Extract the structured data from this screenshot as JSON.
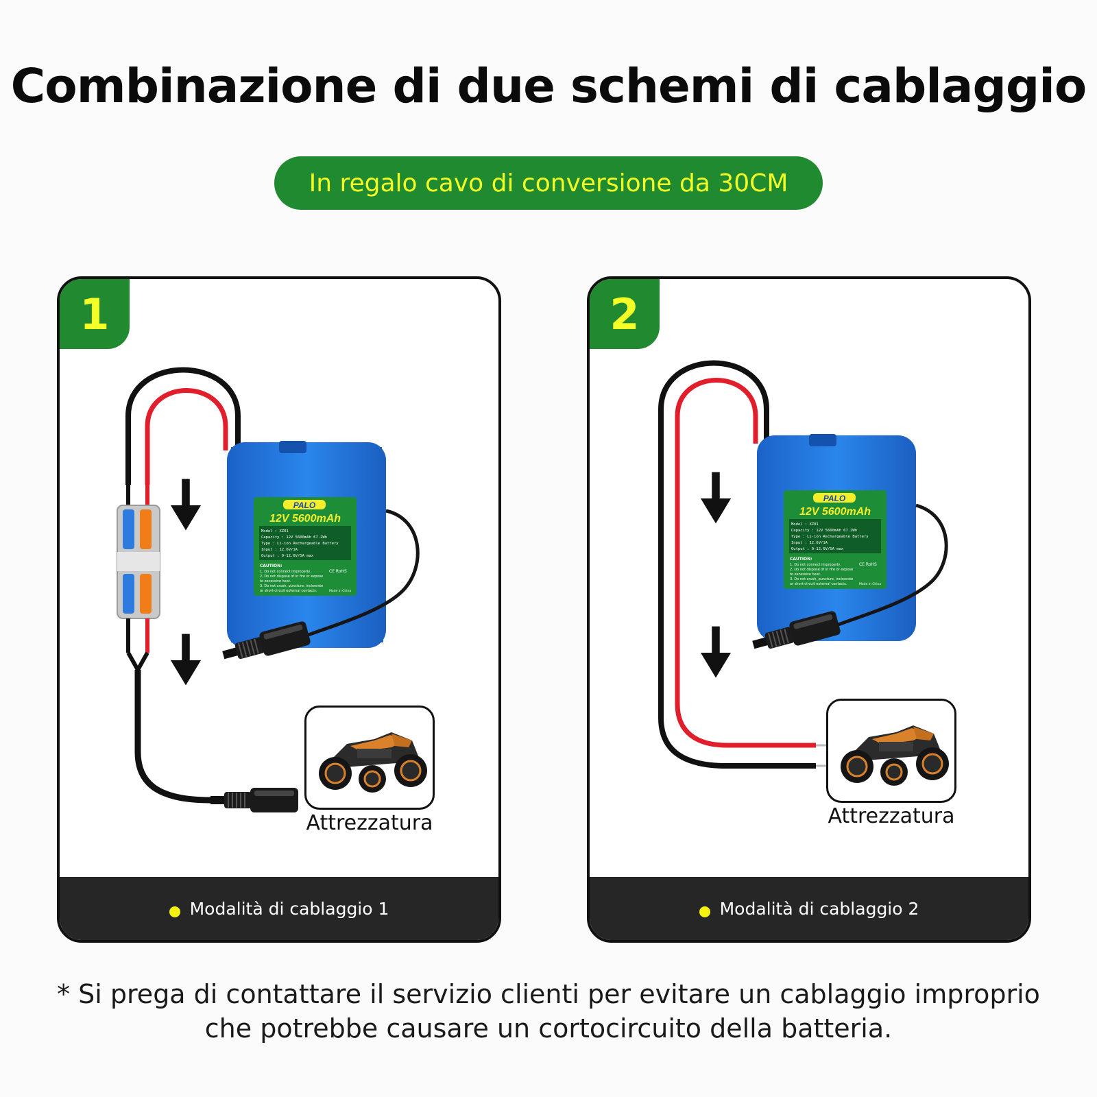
{
  "title": "Combinazione di due schemi di cablaggio",
  "gift_banner": "In regalo cavo di conversione da 30CM",
  "colors": {
    "brand_green": "#1f8a2f",
    "accent_yellow": "#f2ff24",
    "battery_blue": "#1e6fd9",
    "wire_red": "#e01e2c",
    "wire_black": "#111111"
  },
  "battery_label": {
    "brand": "PALO",
    "spec": "12V 5600mAh",
    "lines": [
      "Model    :  XZ01",
      "Capacity :  12V 5600mAh 67.2Wh",
      "Type     :  Li-ion Rechargeable Battery",
      "Input    :  12.6V/1A",
      "Output   :  9-12.6V/5A max"
    ],
    "caution_title": "CAUTION:",
    "caution_lines": [
      "1. Do not connect improperly.",
      "2. Do not dispose of in fire or expose",
      "   to excessive heat.",
      "3. Do not crush, puncture, incinerate",
      "   or short-circuit external contacts."
    ],
    "marks": "CE  RoHS",
    "made_in": "Made in China"
  },
  "panels": [
    {
      "number": "1",
      "device_label": "Attrezzatura",
      "footer": "Modalità di cablaggio 1"
    },
    {
      "number": "2",
      "device_label": "Attrezzatura",
      "footer": "Modalità di cablaggio 2"
    }
  ],
  "note": {
    "line1": "* Si prega di contattare il servizio clienti per evitare un cablaggio improprio",
    "line2": "che potrebbe causare un cortocircuito della batteria."
  }
}
